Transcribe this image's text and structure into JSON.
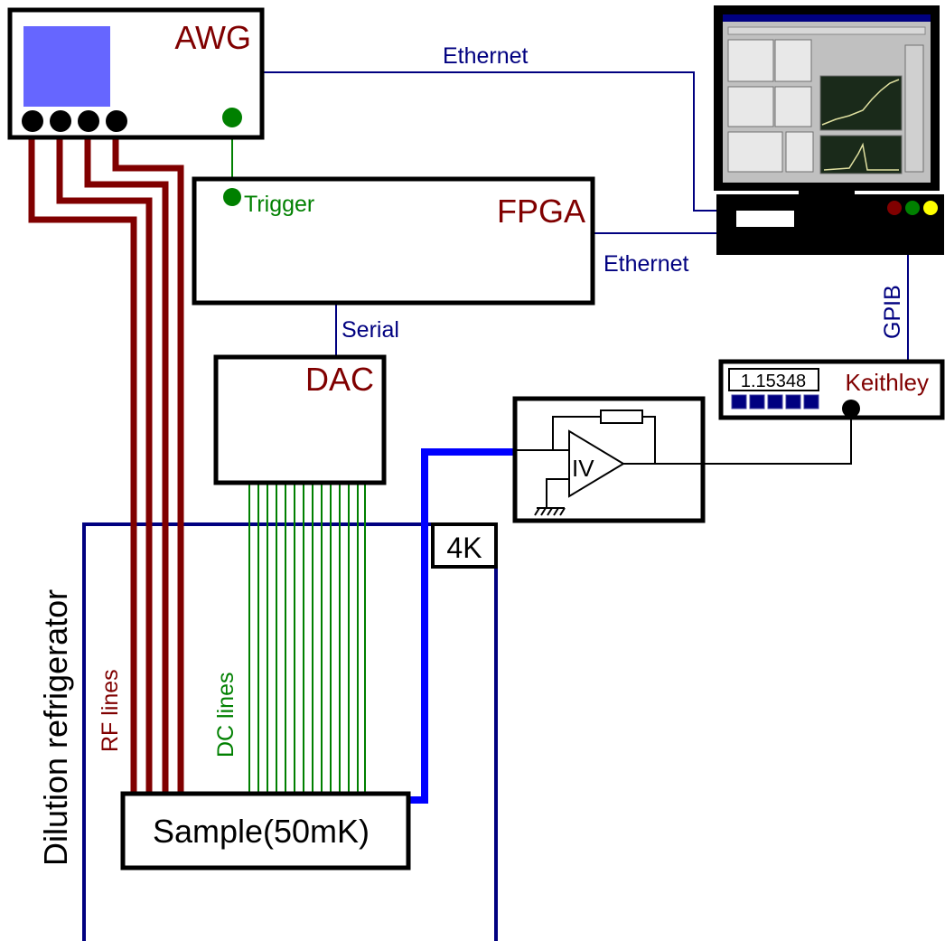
{
  "labels": {
    "awg": "AWG",
    "fpga": "FPGA",
    "dac": "DAC",
    "trigger": "Trigger",
    "ethernet_top": "Ethernet",
    "ethernet_mid": "Ethernet",
    "serial": "Serial",
    "gpib": "GPIB",
    "keithley": "Keithley",
    "keithley_display": "1.15348",
    "iv": "IV",
    "four_k": "4K",
    "rf_lines": "RF lines",
    "dc_lines": "DC lines",
    "fridge": "Dilution refrigerator",
    "sample": "Sample(50mK)"
  },
  "colors": {
    "dark_red": "#800000",
    "navy": "#000080",
    "green": "#008000",
    "blue": "#0000ff",
    "awg_screen": "#6666ff",
    "black": "#000000"
  },
  "icons": [
    "computer-monitor-icon",
    "ground-symbol-icon",
    "op-amp-icon",
    "resistor-icon"
  ]
}
